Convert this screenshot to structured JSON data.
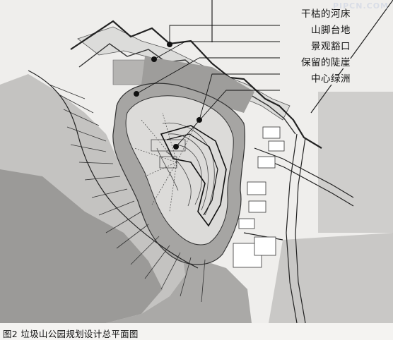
{
  "labels": [
    "干枯的河床",
    "山脚台地",
    "景观豁口",
    "保留的陡崖",
    "中心绿洲"
  ],
  "watermark": "PIPCN.COM",
  "caption": "图2  垃圾山公园规划设计总平面图",
  "colors": {
    "background": "#efeeec",
    "green_ring": "#a9a9a7",
    "grey_field": "#bdbcba",
    "dark_field": "#8f8f8d",
    "line": "#222222"
  }
}
